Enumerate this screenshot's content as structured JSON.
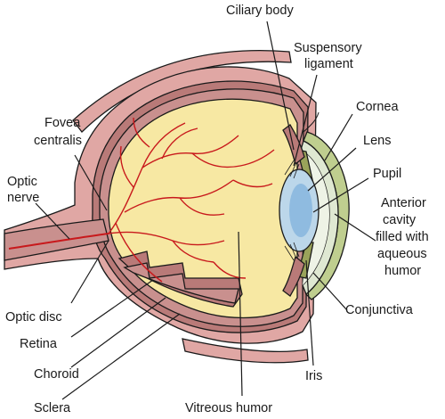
{
  "labels": {
    "ciliary_body": "Ciliary body",
    "suspensory_1": "Suspensory",
    "suspensory_2": "ligament",
    "cornea": "Cornea",
    "lens": "Lens",
    "pupil": "Pupil",
    "anterior_1": "Anterior",
    "anterior_2": "cavity",
    "anterior_3": "filled with",
    "anterior_4": "aqueous",
    "anterior_5": "humor",
    "conjunctiva": "Conjunctiva",
    "iris": "Iris",
    "vitreous": "Vitreous humor",
    "sclera": "Sclera",
    "choroid": "Choroid",
    "retina": "Retina",
    "optic_disc": "Optic disc",
    "optic_nerve_1": "Optic",
    "optic_nerve_2": "nerve",
    "fovea_1": "Fovea",
    "fovea_2": "centralis"
  },
  "colors": {
    "sclera": "#e0a7a4",
    "choroid": "#b97a78",
    "retina": "#c9908e",
    "vitreous": "#f7e8a3",
    "vessels": "#c8191c",
    "lens": "#bcd7ea",
    "lens_core": "#8fbbe0",
    "cornea": "#dfe8d2",
    "conjunctiva": "#bfce8f",
    "outline": "#1a1a1a"
  }
}
